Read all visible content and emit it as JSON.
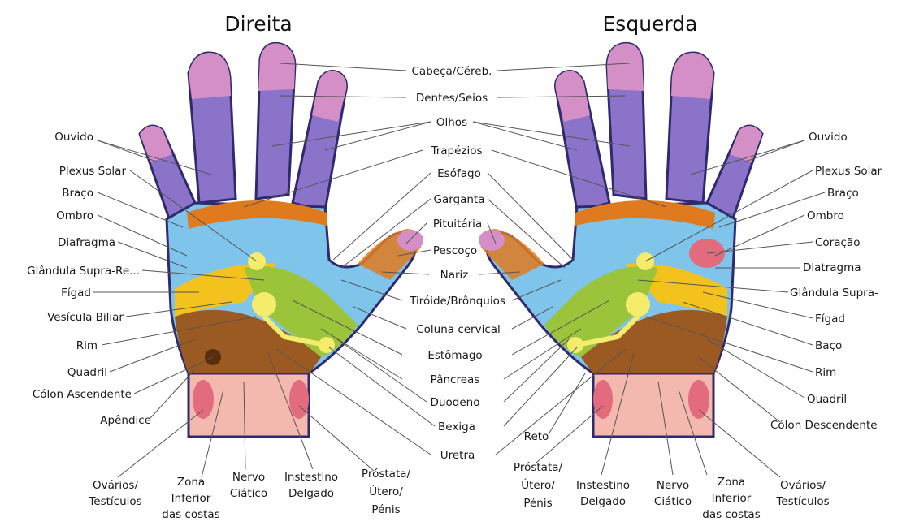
{
  "titles": {
    "right_hand": "Direita",
    "left_hand": "Esquerda"
  },
  "labels": {
    "center": {
      "cabeca": "Cabeça/Céreb.",
      "dentes": "Dentes/Seios",
      "olhos": "Olhos",
      "trapezios": "Trapézios",
      "esofago": "Esófago",
      "garganta": "Garganta",
      "pituitaria": "Pituitária",
      "pescoco": "Pescoço",
      "nariz": "Nariz",
      "tiroide": "Tiróide/Brônquios",
      "coluna": "Coluna cervical",
      "estomago": "Estômago",
      "pancreas": "Pâncreas",
      "duodeno": "Duodeno",
      "bexiga": "Bexiga",
      "uretra": "Uretra",
      "reto": "Reto"
    },
    "left_side": {
      "ouvido": "Ouvido",
      "plexus": "Plexus Solar",
      "braco": "Braço",
      "ombro": "Ombro",
      "diafragma": "Diafragma",
      "supra": "Glândula Supra-Re...",
      "figado": "Fígad",
      "vesicula": "Vesícula Biliar",
      "rim": "Rim",
      "quadril": "Quadril",
      "colon": "Cólon Ascendente",
      "apendice": "Apêndice"
    },
    "right_side": {
      "ouvido": "Ouvido",
      "plexus": "Plexus Solar",
      "braco": "Braço",
      "ombro": "Ombro",
      "coracao": "Coração",
      "diatragma": "Diatragma",
      "supra": "Glândula Supra-",
      "figado": "Fígad",
      "baco": "Baço",
      "rim": "Rim",
      "quadril": "Quadril",
      "colon": "Cólon Descendente"
    },
    "bottom_right_hand": {
      "ovarios": [
        "Ovários/",
        "Testículos"
      ],
      "zona": [
        "Zona",
        "Inferior",
        "das costas"
      ],
      "nervo": [
        "Nervo",
        "Ciático"
      ],
      "intestino": [
        "Instestino",
        "Delgado"
      ],
      "prostata": [
        "Próstata/",
        "Útero/",
        "Pénis"
      ]
    },
    "bottom_left_hand": {
      "prostata": [
        "Próstata/",
        "Útero/",
        "Pénis"
      ],
      "intestino": [
        "Instestino",
        "Delgado"
      ],
      "nervo": [
        "Nervo",
        "Ciático"
      ],
      "zona": [
        "Zona",
        "Inferior",
        "das costas"
      ],
      "ovarios": [
        "Ovários/",
        "Testículos"
      ]
    }
  },
  "colors": {
    "finger_tip": "#d48fc6",
    "finger_body": "#8a73c9",
    "finger_outer": "#5a4aa8",
    "band_orange": "#e07a1e",
    "palm_blue": "#7fc4ea",
    "palm_yellow": "#f3c21d",
    "palm_green": "#9bc43a",
    "palm_brown": "#9b5a22",
    "palm_brown_light": "#b5722f",
    "wrist": "#f3b8ae",
    "wrist_spot": "#e26b7d",
    "node": "#f4ec6a",
    "outline": "#2f2a6e"
  }
}
